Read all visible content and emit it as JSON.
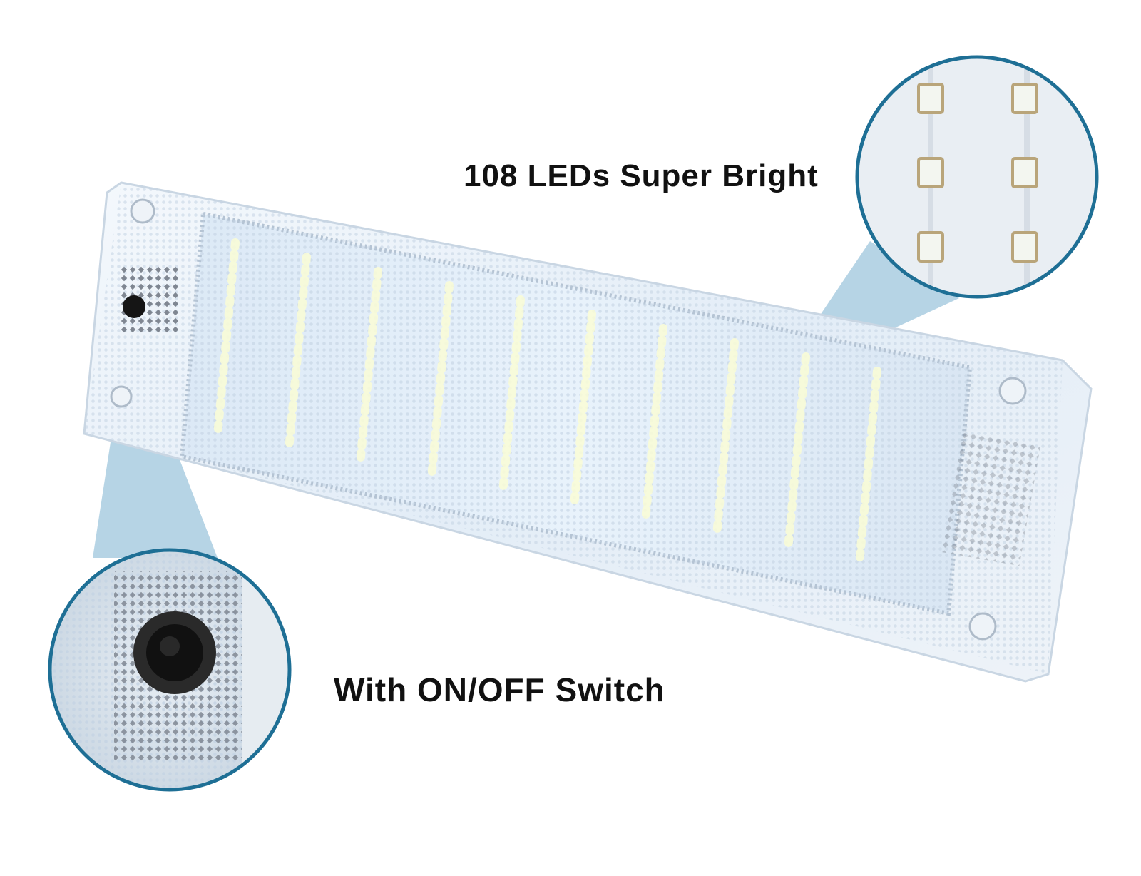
{
  "captions": {
    "leds": "108 LEDs  Super Bright",
    "switch": "With ON/OFF Switch"
  },
  "colors": {
    "background": "#ffffff",
    "callout_ring": "#1e6f95",
    "callout_beam": "#9ec6dc",
    "led_chip": "#eef8ff",
    "switch_button": "#1a1a1a",
    "panel_tint": "#e2edf8"
  },
  "icons": {
    "product": "led-light-panel",
    "switch": "push-button-switch",
    "led": "smd-led-chip"
  }
}
